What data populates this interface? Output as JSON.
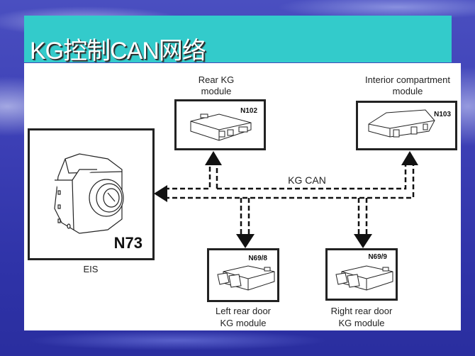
{
  "slide": {
    "title": "KG控制CAN网络"
  },
  "diagram": {
    "bus_label": "KG CAN",
    "nodes": [
      {
        "id": "eis",
        "code": "N73",
        "label": "EIS"
      },
      {
        "id": "rear-kg",
        "code": "N102",
        "label_line1": "Rear KG",
        "label_line2": "module"
      },
      {
        "id": "interior",
        "code": "N103",
        "label_line1": "Interior compartment",
        "label_line2": "module"
      },
      {
        "id": "left-rear-door",
        "code": "N69/8",
        "label_line1": "Left rear door",
        "label_line2": "KG module"
      },
      {
        "id": "right-rear-door",
        "code": "N69/9",
        "label_line1": "Right rear door",
        "label_line2": "KG module"
      }
    ]
  },
  "colors": {
    "banner": "#33cbcb",
    "background": "#3c3fb5",
    "line": "#111111"
  }
}
